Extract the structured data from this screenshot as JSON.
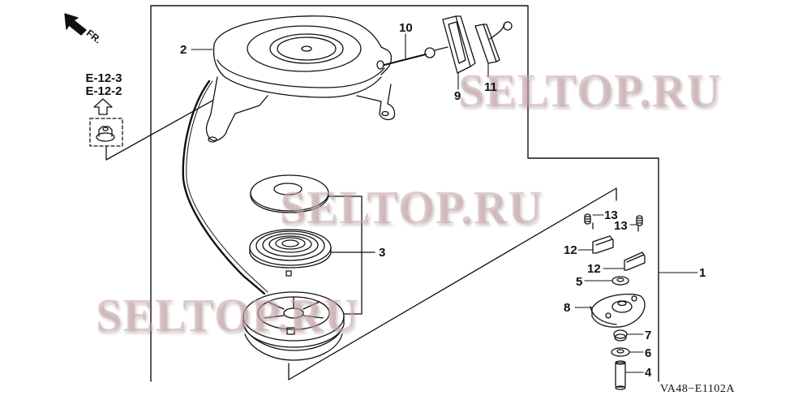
{
  "diagram": {
    "type": "exploded parts diagram",
    "subject": "Recoil starter assembly",
    "figure_code": "VA48-E1102A",
    "orientation_label": "FR.",
    "cross_references": [
      "E-12-3",
      "E-12-2"
    ],
    "watermark": "SELTOP.RU",
    "callouts": [
      {
        "id": "1",
        "part": "Recoil starter assembly (group bracket)"
      },
      {
        "id": "2",
        "part": "Starter case"
      },
      {
        "id": "3",
        "part": "Reel / spring set (plate, spiral spring, pulley)"
      },
      {
        "id": "4",
        "part": "Pin / collar"
      },
      {
        "id": "5",
        "part": "Washer"
      },
      {
        "id": "6",
        "part": "Washer"
      },
      {
        "id": "7",
        "part": "Spring"
      },
      {
        "id": "8",
        "part": "Friction plate"
      },
      {
        "id": "9",
        "part": "Starter grip"
      },
      {
        "id": "10",
        "part": "Starter rope"
      },
      {
        "id": "11",
        "part": "Grip insert"
      },
      {
        "id": "12",
        "part": "Ratchet (x2)"
      },
      {
        "id": "13",
        "part": "Ratchet spring (x2)"
      }
    ]
  },
  "labels": {
    "c1": "1",
    "c2": "2",
    "c3": "3",
    "c4": "4",
    "c5": "5",
    "c6": "6",
    "c7": "7",
    "c8": "8",
    "c9": "9",
    "c10": "10",
    "c11": "11",
    "c12a": "12",
    "c12b": "12",
    "c13a": "13",
    "c13b": "13",
    "ref1": "E-12-3",
    "ref2": "E-12-2",
    "fr": "FR.",
    "code": "VA48−E1102A",
    "wm1": "SELTOP.RU",
    "wm2": "SELTOP.RU",
    "wm3": "SELTOP.RU"
  }
}
